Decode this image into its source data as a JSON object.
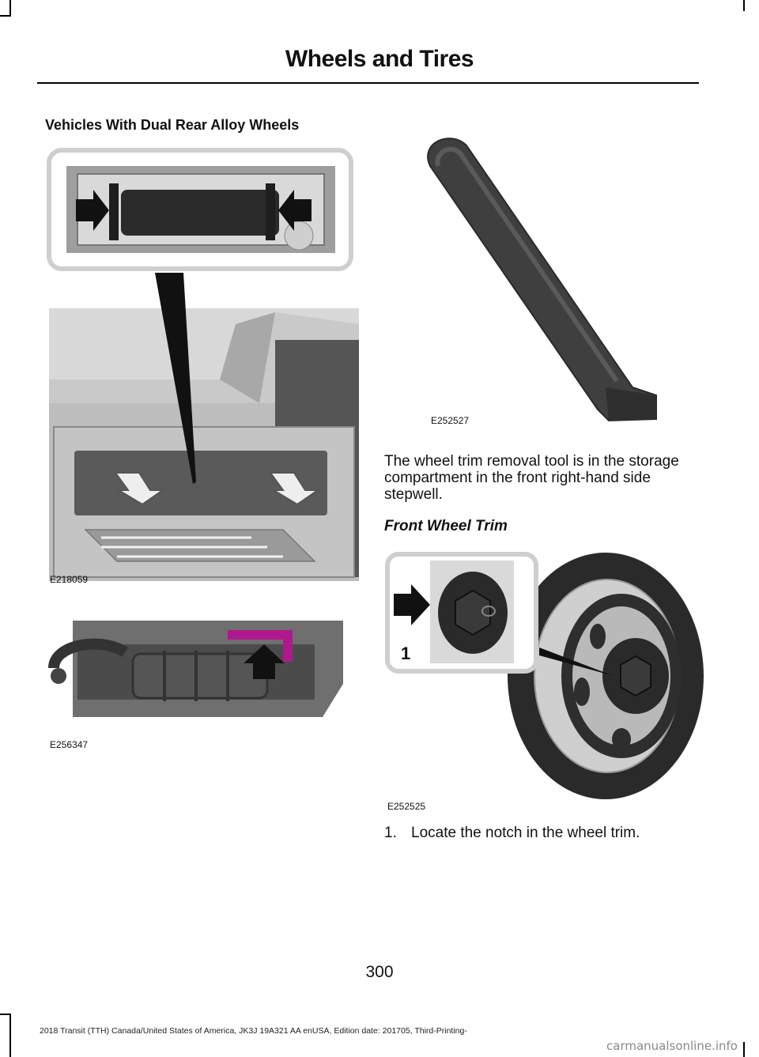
{
  "page": {
    "title": "Wheels and Tires",
    "number": "300",
    "footer": "2018 Transit (TTH) Canada/United States of America, JK3J 19A321 AA enUSA, Edition date: 201705, Third-Printing-",
    "watermark": "carmanualsonline.info"
  },
  "left_column": {
    "heading": "Vehicles With Dual Rear Alloy Wheels",
    "figures": [
      {
        "code": "E218059"
      },
      {
        "code": "E256347"
      }
    ]
  },
  "right_column": {
    "figure_tool": {
      "code": "E252527"
    },
    "tool_text": "The wheel trim removal tool is in the storage compartment in the front right-hand side stepwell.",
    "subheading": "Front Wheel Trim",
    "figure_wheel": {
      "code": "E252525",
      "callout": "1"
    },
    "steps": [
      {
        "number": "1.",
        "text": "Locate the notch in the wheel trim."
      }
    ]
  },
  "colors": {
    "text": "#111111",
    "rule": "#000000",
    "figure_gray": "#cfcfcf",
    "figure_dark": "#3a3a3a",
    "highlight": "#b0188e"
  }
}
